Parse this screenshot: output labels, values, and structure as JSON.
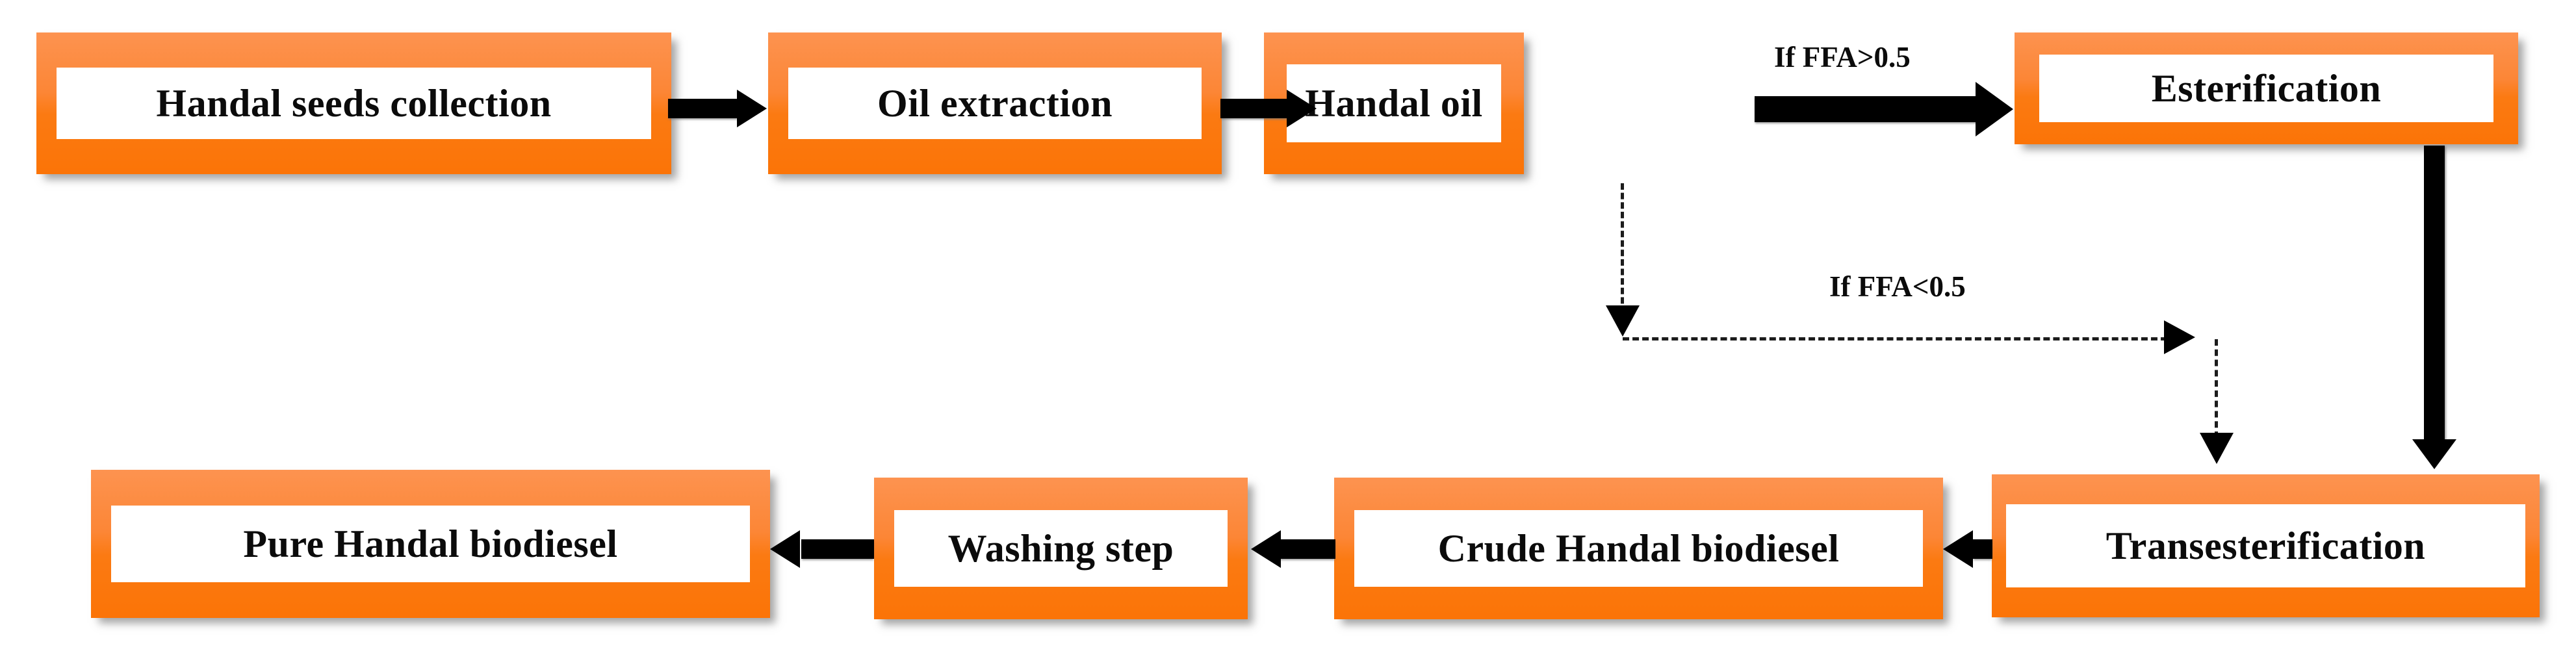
{
  "diagram": {
    "title": "Handal biodiesel production process flowchart",
    "accent_color": "#fb7a12",
    "accent_color_light": "#fd9350",
    "plate_color": "#ffffff",
    "text_color": "#0b0b0b",
    "connector_color": "#000000"
  },
  "nodes": [
    {
      "id": "seeds",
      "label": "Handal seeds collection"
    },
    {
      "id": "extraction",
      "label": "Oil extraction"
    },
    {
      "id": "oil",
      "label": "Handal oil"
    },
    {
      "id": "esterification",
      "label": "Esterification"
    },
    {
      "id": "transesterification",
      "label": "Transesterification"
    },
    {
      "id": "crude",
      "label": "Crude Handal biodiesel"
    },
    {
      "id": "washing",
      "label": "Washing step"
    },
    {
      "id": "pure",
      "label": "Pure Handal biodiesel"
    }
  ],
  "edge_labels": {
    "high_ffa": "If FFA>0.5",
    "low_ffa": "If FFA<0.5"
  },
  "edges": [
    {
      "from": "seeds",
      "to": "extraction",
      "style": "solid",
      "direction": "right",
      "label": ""
    },
    {
      "from": "extraction",
      "to": "oil",
      "style": "solid",
      "direction": "right",
      "label": ""
    },
    {
      "from": "oil",
      "to": "esterification",
      "style": "solid",
      "direction": "right",
      "label": "If FFA>0.5"
    },
    {
      "from": "esterification",
      "to": "transesterification",
      "style": "solid",
      "direction": "down",
      "label": ""
    },
    {
      "from": "oil",
      "to": "transesterification",
      "style": "dashed",
      "direction": "down-right-down",
      "label": "If FFA<0.5"
    },
    {
      "from": "transesterification",
      "to": "crude",
      "style": "solid",
      "direction": "left",
      "label": ""
    },
    {
      "from": "crude",
      "to": "washing",
      "style": "solid",
      "direction": "left",
      "label": ""
    },
    {
      "from": "washing",
      "to": "pure",
      "style": "solid",
      "direction": "left",
      "label": ""
    }
  ]
}
